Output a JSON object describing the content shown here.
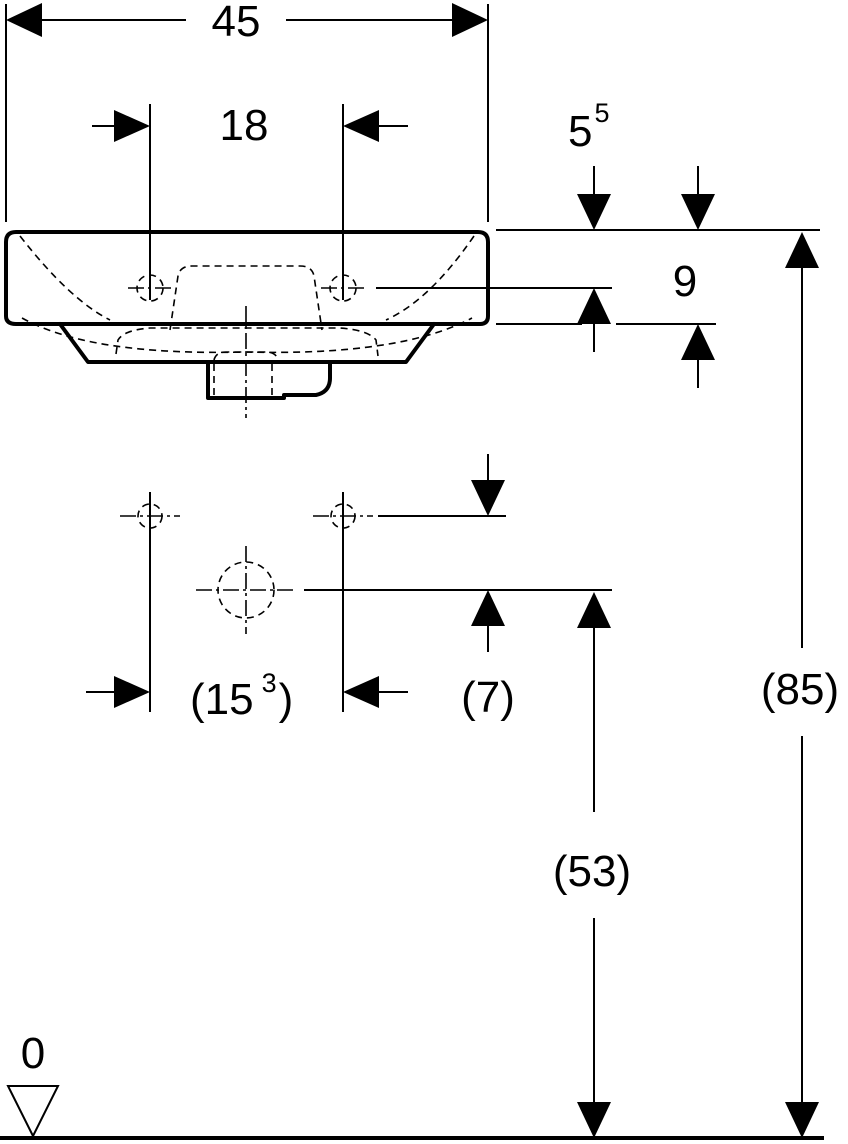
{
  "dimensions": {
    "overall_width": "45",
    "tap_hole_spacing": "18",
    "rim_offset": {
      "base": "5",
      "sup": "5"
    },
    "rim_height": "9",
    "wall_hole_spacing": {
      "open": "(15",
      "sup": "3",
      "close": ")"
    },
    "wall_offset": "(7)",
    "waste_height": "(53)",
    "rim_total_height": "(85)",
    "floor_level": "0"
  },
  "colors": {
    "line": "#000000",
    "background": "#ffffff"
  }
}
